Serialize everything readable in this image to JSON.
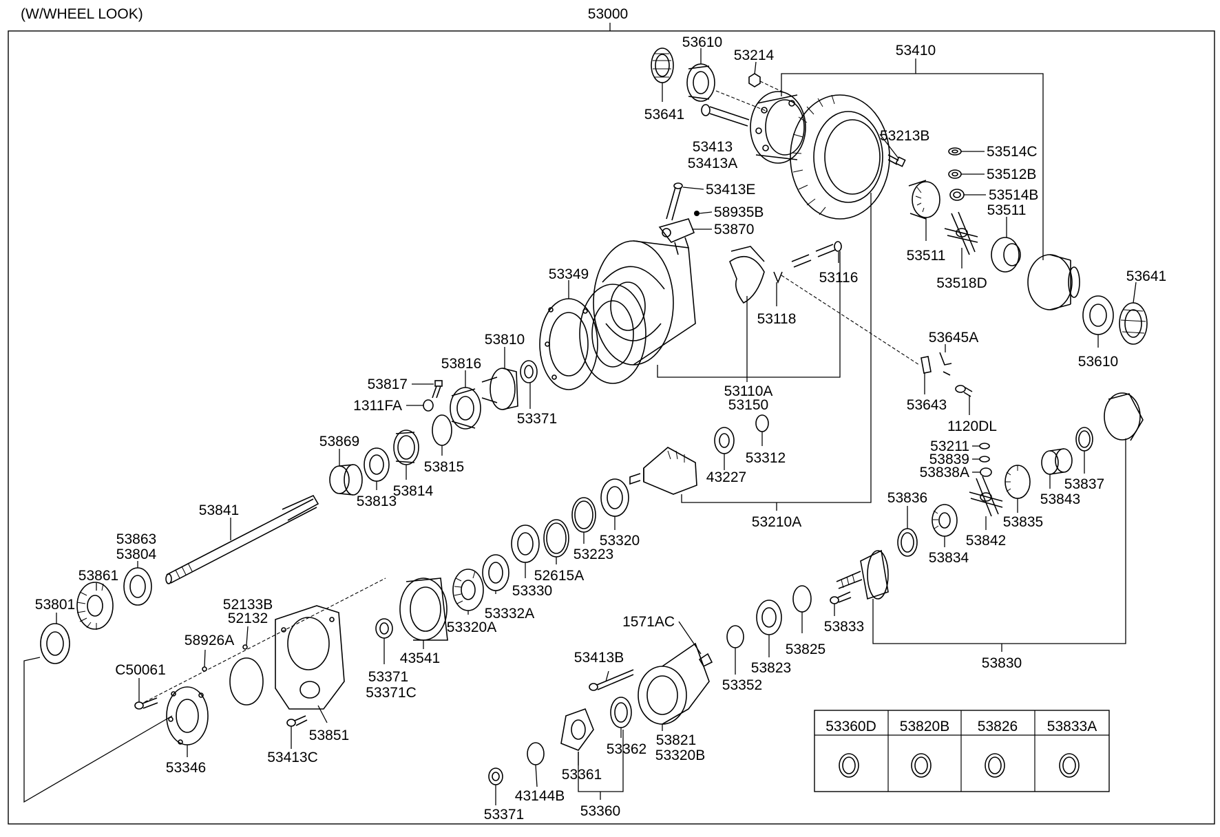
{
  "header_note": "(W/WHEEL LOOK)",
  "assembly_number": "53000",
  "part_labels": {
    "p53610a": "53610",
    "p53214": "53214",
    "p53410": "53410",
    "p53641a": "53641",
    "p53413": "53413",
    "p53413A": "53413A",
    "p53213B": "53213B",
    "p53514C": "53514C",
    "p53512B": "53512B",
    "p53514B": "53514B",
    "p53511a": "53511",
    "p53511b": "53511",
    "p53413E": "53413E",
    "p58935B": "58935B",
    "p53870": "53870",
    "p53518D": "53518D",
    "p53641b": "53641",
    "p53349": "53349",
    "p53116": "53116",
    "p53118": "53118",
    "p53610b": "53610",
    "p53810": "53810",
    "p53645A": "53645A",
    "p53816": "53816",
    "p53817": "53817",
    "p1311FA": "1311FA",
    "p53371a": "53371",
    "p53110A": "53110A",
    "p53150": "53150",
    "p53643": "53643",
    "p1120DL": "1120DL",
    "p53869": "53869",
    "p53815": "53815",
    "p53312": "53312",
    "p43227": "43227",
    "p53211": "53211",
    "p53839": "53839",
    "p53838A": "53838A",
    "p53837": "53837",
    "p53813": "53813",
    "p53814": "53814",
    "p53843": "53843",
    "p53841": "53841",
    "p53836": "53836",
    "p53320a": "53320",
    "p53835": "53835",
    "p53210A": "53210A",
    "p53863": "53863",
    "p53804": "53804",
    "p53223": "53223",
    "p53842": "53842",
    "p52615A": "52615A",
    "p53834": "53834",
    "p53861": "53861",
    "p53330": "53330",
    "p53801": "53801",
    "p52133B": "52133B",
    "p52132": "52132",
    "p53332A": "53332A",
    "p1571AC": "1571AC",
    "p53833": "53833",
    "p58926A": "58926A",
    "p53320A": "53320A",
    "p53825": "53825",
    "p43541": "43541",
    "p53830": "53830",
    "p53413B": "53413B",
    "p53823": "53823",
    "p53371b": "53371",
    "p53371C": "53371C",
    "pC50061": "C50061",
    "p53352": "53352",
    "p53851": "53851",
    "p53821": "53821",
    "p53320B": "53320B",
    "p53413C": "53413C",
    "p53362": "53362",
    "p53346": "53346",
    "p53361": "53361",
    "p43144B": "43144B",
    "p53371c": "53371",
    "p53360": "53360"
  },
  "inset_table": {
    "headers": [
      "53360D",
      "53820B",
      "53826",
      "53833A"
    ]
  }
}
